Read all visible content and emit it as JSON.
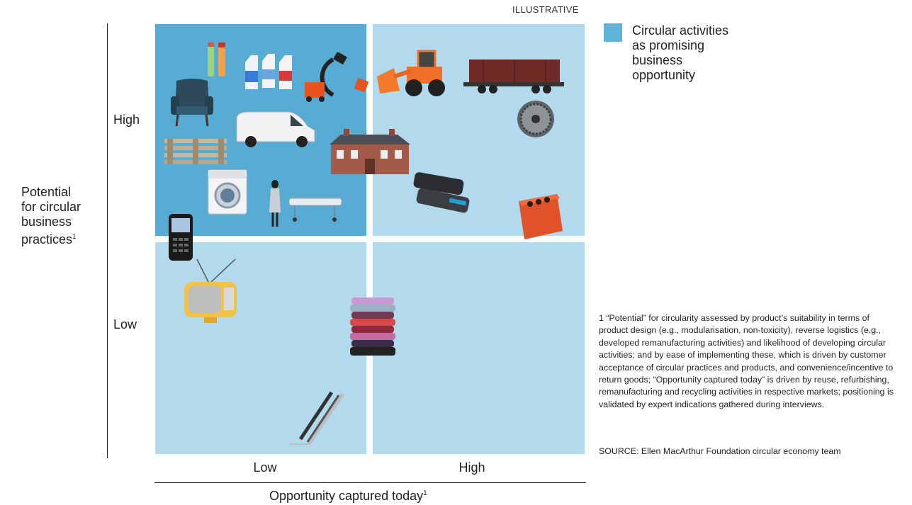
{
  "label_illustrative": "ILLUSTRATIVE",
  "y_axis": {
    "title": "Potential for circular business practices",
    "title_lines": [
      "Potential",
      "for circular",
      "business",
      "practices"
    ],
    "footnote_mark": "1",
    "ticks": [
      "High",
      "Low"
    ]
  },
  "x_axis": {
    "title": "Opportunity captured today",
    "footnote_mark": "1",
    "ticks": [
      "Low",
      "High"
    ]
  },
  "legend": {
    "color": "#5fb3d6",
    "label_lines": [
      "Circular activities",
      "as promising",
      "business",
      "opportunity"
    ]
  },
  "colors": {
    "highlight_quadrant": "#58acd3",
    "other_quadrant": "#b3d9ec"
  },
  "quadrants": [
    {
      "potential": "High",
      "opportunity": "Low",
      "highlighted": true,
      "products": [
        "bottles",
        "milk-cartons",
        "medical-c-arm",
        "armchair",
        "van",
        "pallets",
        "washing-machine",
        "hospital-bed"
      ]
    },
    {
      "potential": "High",
      "opportunity": "High",
      "highlighted": false,
      "products": [
        "wheel-loader",
        "freight-wagon",
        "jet-engine",
        "house",
        "toner-cartridges",
        "bottle-crate"
      ]
    },
    {
      "potential": "Low",
      "opportunity": "Low",
      "highlighted": false,
      "products": [
        "mobile-phone",
        "television",
        "textiles",
        "escalator"
      ]
    },
    {
      "potential": "Low",
      "opportunity": "High",
      "highlighted": false,
      "products": []
    }
  ],
  "footnote": "1 “Potential” for circularity assessed by product’s suitability in terms of product design (e.g., modularisation, non-toxicity), reverse logistics (e.g., developed remanufacturing activities) and likelihood of developing circular activities; and by ease of implementing these, which is driven by customer acceptance of circular practices and products, and convenience/incentive to return goods; “Opportunity captured today” is driven by reuse, refurbishing, remanufacturing and recycling activities in respective markets; positioning is validated by expert indications gathered during interviews.",
  "source": "SOURCE: Ellen MacArthur Foundation circular economy team"
}
